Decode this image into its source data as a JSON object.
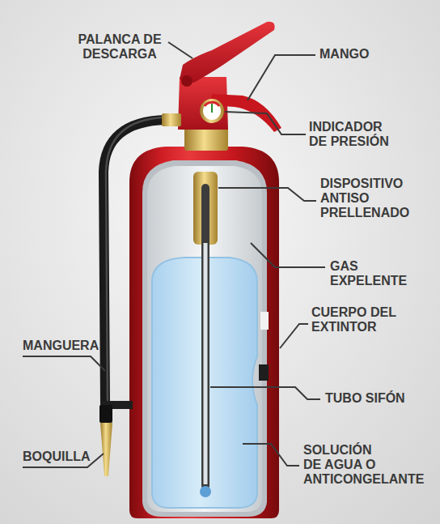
{
  "diagram": {
    "labels": [
      "PALANCA DE DESCARGA",
      "MANGO",
      "INDICADOR DE PRESIÓN",
      "DISPOSITIVO ANTISO PRELLENADO",
      "GAS EXPELENTE",
      "CUERPO DEL EXTINTOR",
      "MANGUERA",
      "TUBO SIFÓN",
      "BOQUILLA",
      "SOLUCIÓN DE AGUA O ANTICONGELANTE"
    ]
  }
}
